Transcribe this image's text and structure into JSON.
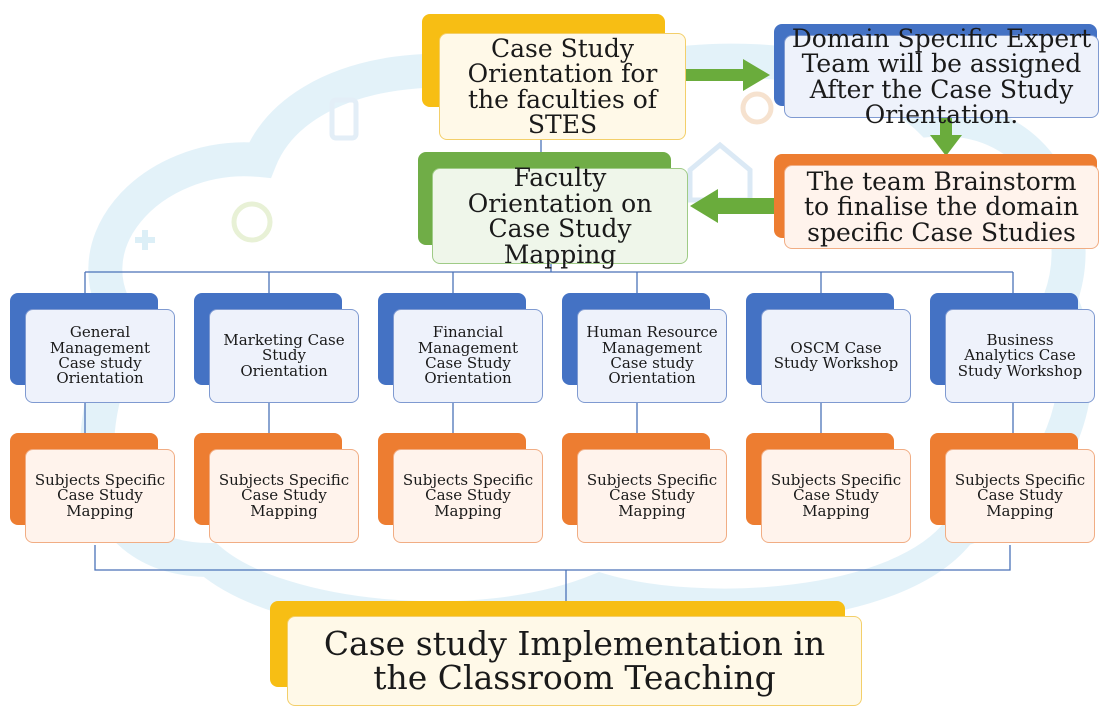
{
  "diagram": {
    "top": {
      "orientation": "Case Study Orientation for the faculties of STES",
      "expert_team": "Domain Specific Expert Team will be assigned After the Case Study Orientation.",
      "brainstorm": "The team Brainstorm to finalise the domain specific Case Studies",
      "faculty_orientation": "Faculty Orientation on Case Study Mapping"
    },
    "domains": [
      {
        "label": "General Management Case study Orientation"
      },
      {
        "label": "Marketing Case Study Orientation"
      },
      {
        "label": "Financial Management Case Study Orientation"
      },
      {
        "label": "Human Resource Management Case study Orientation"
      },
      {
        "label": "OSCM Case Study Workshop"
      },
      {
        "label": "Business Analytics Case Study Workshop"
      }
    ],
    "mapping": [
      {
        "label": "Subjects Specific Case Study Mapping"
      },
      {
        "label": "Subjects Specific Case Study Mapping"
      },
      {
        "label": "Subjects Specific Case Study Mapping"
      },
      {
        "label": "Subjects Specific Case Study Mapping"
      },
      {
        "label": "Subjects Specific Case Study Mapping"
      },
      {
        "label": "Subjects Specific Case Study Mapping"
      }
    ],
    "final": "Case study Implementation in the Classroom Teaching",
    "colors": {
      "yellow": "#f7be14",
      "blue": "#4472c4",
      "green": "#70ad47",
      "orange": "#ed7d31",
      "arrow": "#6aac3c",
      "connector": "#4a72b8"
    }
  }
}
